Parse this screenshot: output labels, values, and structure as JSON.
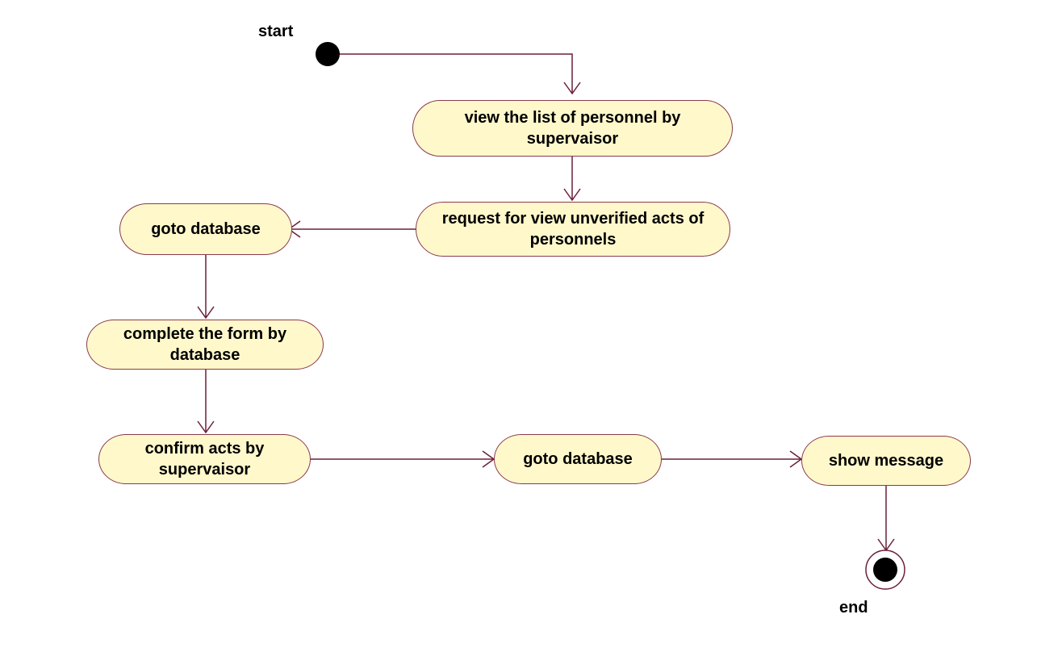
{
  "diagram": {
    "start_label": "start",
    "end_label": "end",
    "activities": {
      "view_list": "view the list of personnel by supervaisor",
      "request_view": "request for view unverified acts of personnels",
      "goto_database_1": "goto database",
      "complete_form": "complete the form by database",
      "confirm_acts": "confirm acts by supervaisor",
      "goto_database_2": "goto database",
      "show_message": "show message"
    }
  },
  "colors": {
    "activity_fill": "#fff8cb",
    "activity_border": "#8a3a4e",
    "edge": "#6b1f3a",
    "node_fill": "#000000"
  }
}
